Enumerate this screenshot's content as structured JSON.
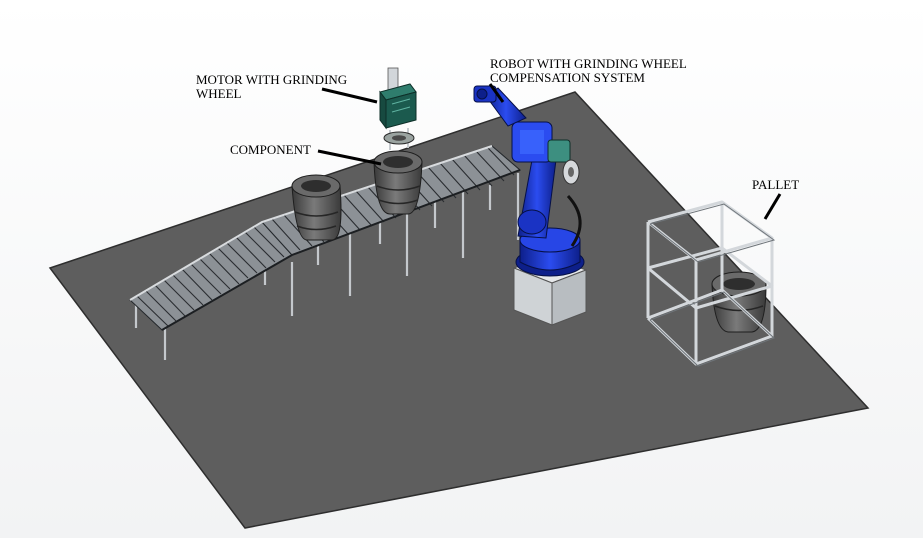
{
  "labels": {
    "motor": {
      "line1": "MOTOR WITH GRINDING",
      "line2": "WHEEL"
    },
    "component": "COMPONENT",
    "robot": {
      "line1": "ROBOT WITH GRINDING WHEEL",
      "line2": "COMPENSATION SYSTEM"
    },
    "pallet": "PALLET"
  },
  "colors": {
    "background": "#ffffff",
    "floor": "#5e5e5e",
    "floor_edge": "#2e2e2e",
    "robot": "#1f3bd6",
    "robot_dark": "#0d1f8a",
    "motor_box": "#1b5a4e",
    "frame": "#c9ced3",
    "component": "#4a4a4a"
  }
}
